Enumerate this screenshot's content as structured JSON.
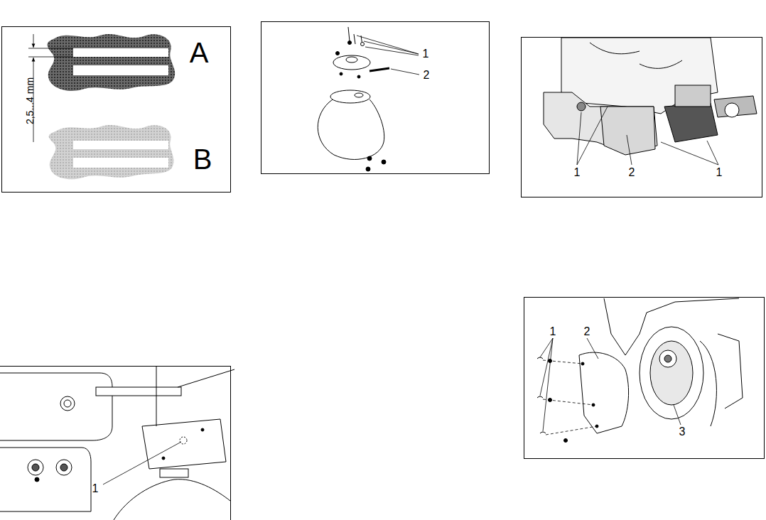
{
  "diagram": {
    "labels": [
      "2,5...4 mm",
      "A",
      "B",
      "1",
      "2",
      "1",
      "2",
      "1",
      "1",
      "1",
      "2",
      "3"
    ]
  }
}
